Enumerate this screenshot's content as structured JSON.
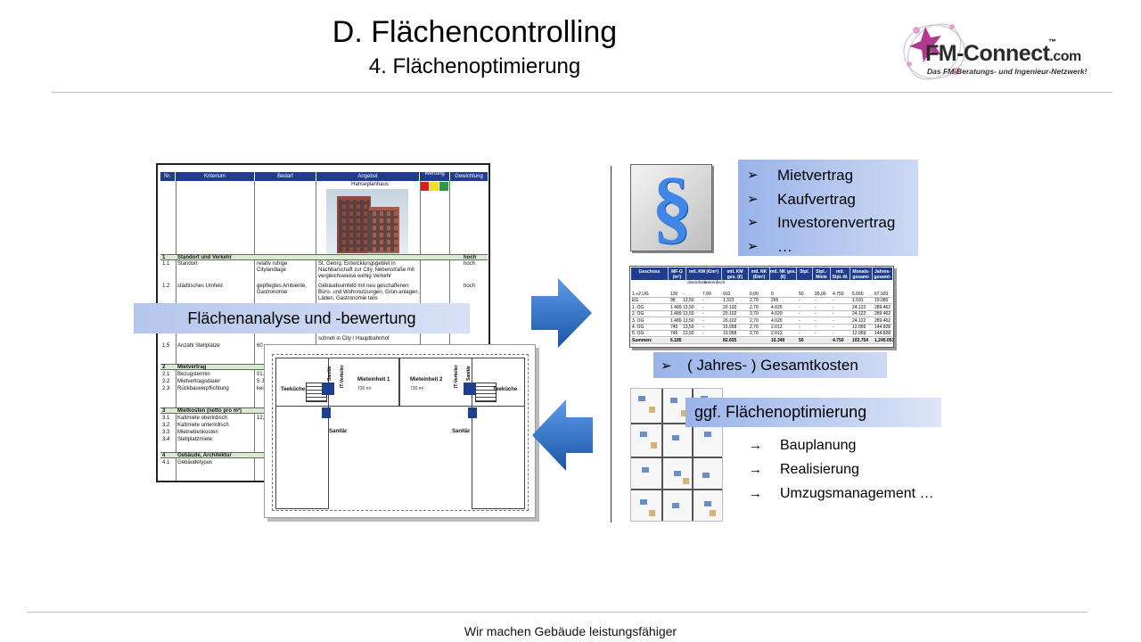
{
  "header": {
    "title": "D. Flächencontrolling",
    "subtitle": "4. Flächenoptimierung"
  },
  "logo": {
    "brand": "FM-Connect",
    "domain": ".com",
    "tm": "™",
    "tagline": "Das FM-Beratungs- und Ingenieur-Netzwerk!"
  },
  "footer": {
    "text": "Wir machen Gebäude leistungsfähiger"
  },
  "colors": {
    "band": "#99b3ea",
    "arrow": "#1f5fb8",
    "table_header": "#1f3d8c",
    "paragraph_symbol": "#3f86e8"
  },
  "left": {
    "band_label": "Flächenanalyse und -bewertung",
    "sheet": {
      "headers": [
        "Nr.",
        "Kriterium",
        "Bedarf",
        "Angebot",
        "Wertung",
        "Gewichtung"
      ],
      "object_name": "Hanseplanhaus",
      "sections": [
        {
          "nr": "1",
          "label": "Standort und Verkehr",
          "weight": "hoch"
        },
        {
          "nr": "2",
          "label": "Mietvertrag"
        },
        {
          "nr": "3",
          "label": "Mietkosten (netto pro m²)"
        },
        {
          "nr": "4",
          "label": "Gebäude, Architektur"
        }
      ],
      "rows": [
        {
          "nr": "1.1",
          "crit": "Standort",
          "need": "relativ ruhige Citylandlage",
          "offer": "St. Georg, Entwicklungsgebiet in Nachbarschaft zur City, Nebenstraße mit vergleichsweise wenig Verkehr",
          "weight": "hoch"
        },
        {
          "nr": "1.2",
          "crit": "städtisches Umfeld",
          "need": "gepflegtes Ambiente, Gastronomie",
          "offer": "Gebäudeumfeld mit neu geschaffenen Büro- und Wohnnutzungen, Grün-anlagen, Läden, Gastronomie teils",
          "weight": "hoch"
        },
        {
          "nr": "",
          "crit": "",
          "need": "",
          "offer": "schnell in City / Hauptbahnhof",
          "weight": ""
        },
        {
          "nr": "1.5",
          "crit": "Anzahl Stellplätze",
          "need": "60",
          "offer": "",
          "weight": ""
        },
        {
          "nr": "2.1",
          "crit": "Bezugstermin",
          "need": "01.0",
          "offer": "",
          "weight": ""
        },
        {
          "nr": "2.2",
          "crit": "Mietvertragsdauer",
          "need": "5 Ja",
          "offer": "",
          "weight": ""
        },
        {
          "nr": "2.3",
          "crit": "Rückbauverpflichtung",
          "need": "kein",
          "offer": "",
          "weight": ""
        },
        {
          "nr": "3.1",
          "crit": "Kaltmiete oberirdisch",
          "need": "12,0",
          "offer": "",
          "weight": ""
        },
        {
          "nr": "3.2",
          "crit": "Kaltmiete unterirdisch",
          "need": "",
          "offer": "",
          "weight": ""
        },
        {
          "nr": "3.3",
          "crit": "Mietnebenkosten",
          "need": "",
          "offer": "",
          "weight": ""
        },
        {
          "nr": "3.4",
          "crit": "Stellplatzmiete",
          "need": "",
          "offer": "",
          "weight": ""
        },
        {
          "nr": "4.1",
          "crit": "Gebäudetypus",
          "need": "",
          "offer": "",
          "weight": ""
        }
      ]
    },
    "floorplan": {
      "unit1": "Mieteinheit 1",
      "unit1_area": "730 m²",
      "unit2": "Mieteinheit 2",
      "unit2_area": "730 m²",
      "kitchen": "Teeküche",
      "sanitary": "Sanitär",
      "it": "IT-Verteiler"
    }
  },
  "right": {
    "contracts": [
      "Mietvertrag",
      "Kaufvertrag",
      "Investorenvertrag",
      "…"
    ],
    "cost_table": {
      "headers": [
        "Geschoss",
        "MF-G (m²)",
        "mtl. KM (€/m²)",
        "mtl. KM ges. (€)",
        "mtl. NK (€/m²)",
        "mtl. NK ges. (€)",
        "Stpl.",
        "Stpl.-Miete (€/Stk.)",
        "mtl. Stpl.-M. (€)",
        "Monats-gesamt-miete",
        "Jahres-gesamt-miete"
      ],
      "sub_headers": [
        "oberirdisch",
        "unterirdisch"
      ],
      "rows": [
        [
          "1.+2.UG",
          "130",
          "-",
          "7,00",
          "910",
          "0,00",
          "0",
          "50",
          "95,00",
          "4.750",
          "5.660",
          "67.920"
        ],
        [
          "EG",
          "98",
          "13,50",
          "-",
          "1.323",
          "2,70",
          "265",
          "-",
          "-",
          "-",
          "1.591",
          "19.080"
        ],
        [
          "1. OG",
          "1.489",
          "13,50",
          "-",
          "20.102",
          "2,70",
          "4.020",
          "-",
          "-",
          "-",
          "24.122",
          "289.462"
        ],
        [
          "2. OG",
          "1.489",
          "13,50",
          "-",
          "20.102",
          "2,70",
          "4.020",
          "-",
          "-",
          "-",
          "24.122",
          "289.462"
        ],
        [
          "3. OG",
          "1.489",
          "13,50",
          "-",
          "20.102",
          "2,70",
          "4.020",
          "-",
          "-",
          "-",
          "24.122",
          "289.462"
        ],
        [
          "4. OG",
          "745",
          "13,50",
          "-",
          "10.058",
          "2,70",
          "2.012",
          "-",
          "-",
          "-",
          "12.069",
          "144.828"
        ],
        [
          "5. OG",
          "745",
          "13,50",
          "-",
          "10.058",
          "2,70",
          "2.012",
          "-",
          "-",
          "-",
          "12.069",
          "144.828"
        ]
      ],
      "sum_row": [
        "Summen:",
        "6.185",
        "",
        "",
        "82.655",
        "",
        "16.349",
        "50",
        "",
        "4.750",
        "103.754",
        "1.245.051"
      ]
    },
    "total_costs": "( Jahres- ) Gesamtkosten",
    "optimization_band": "ggf. Flächenoptimierung",
    "steps": [
      "Bauplanung",
      "Realisierung",
      "Umzugsmanagement …"
    ]
  }
}
